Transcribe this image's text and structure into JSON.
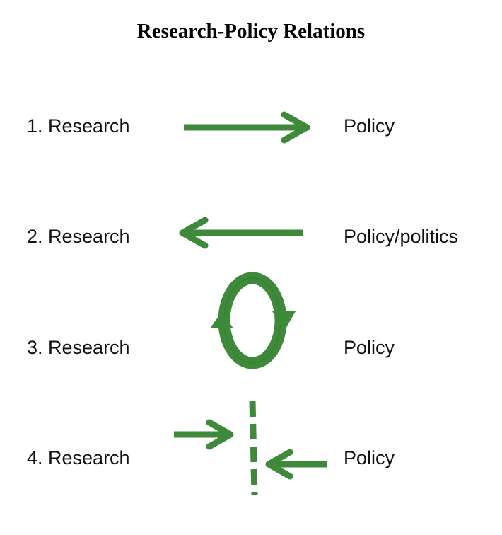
{
  "title": "Research-Policy Relations",
  "colors": {
    "arrow": "#3e8a3a",
    "arrow_dark": "#2f6f2c",
    "text": "#111111"
  },
  "rows": [
    {
      "left": "1. Research",
      "right": "Policy",
      "relation": "research-to-policy-arrow"
    },
    {
      "left": "2. Research",
      "right": "Policy/politics",
      "relation": "policy-to-research-arrow"
    },
    {
      "left": "3. Research",
      "right": "Policy",
      "relation": "cyclic-loop-arrow"
    },
    {
      "left": "4. Research",
      "right": "Policy",
      "relation": "converging-arrows-dashed-barrier"
    }
  ]
}
